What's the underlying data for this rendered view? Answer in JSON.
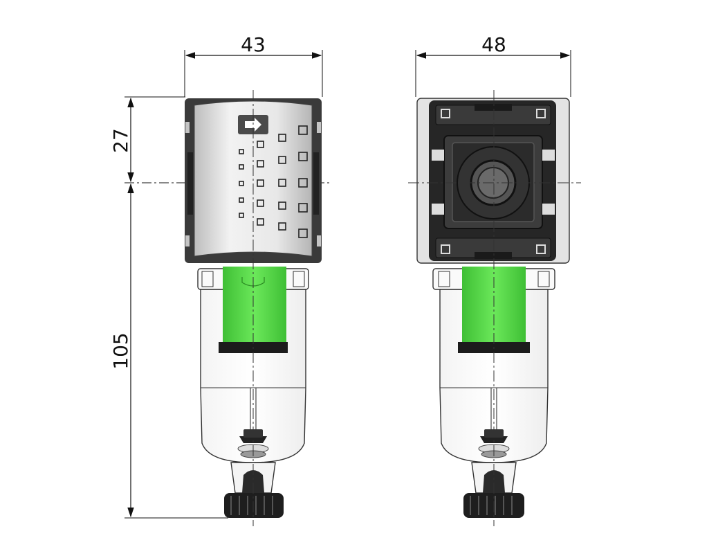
{
  "dimensions": {
    "left_width": "43",
    "right_width": "48",
    "upper_height": "27",
    "lower_height": "105"
  },
  "colors": {
    "filter_green": "#5ee049",
    "filter_green_dark": "#3fbf35",
    "body_dark": "#3a3a3a",
    "body_light": "#e3e3e3",
    "line": "#111111"
  },
  "icons": {
    "flow_arrow": "arrow-right-icon",
    "port": "port-icon",
    "drain_knob": "knurled-knob-icon"
  }
}
